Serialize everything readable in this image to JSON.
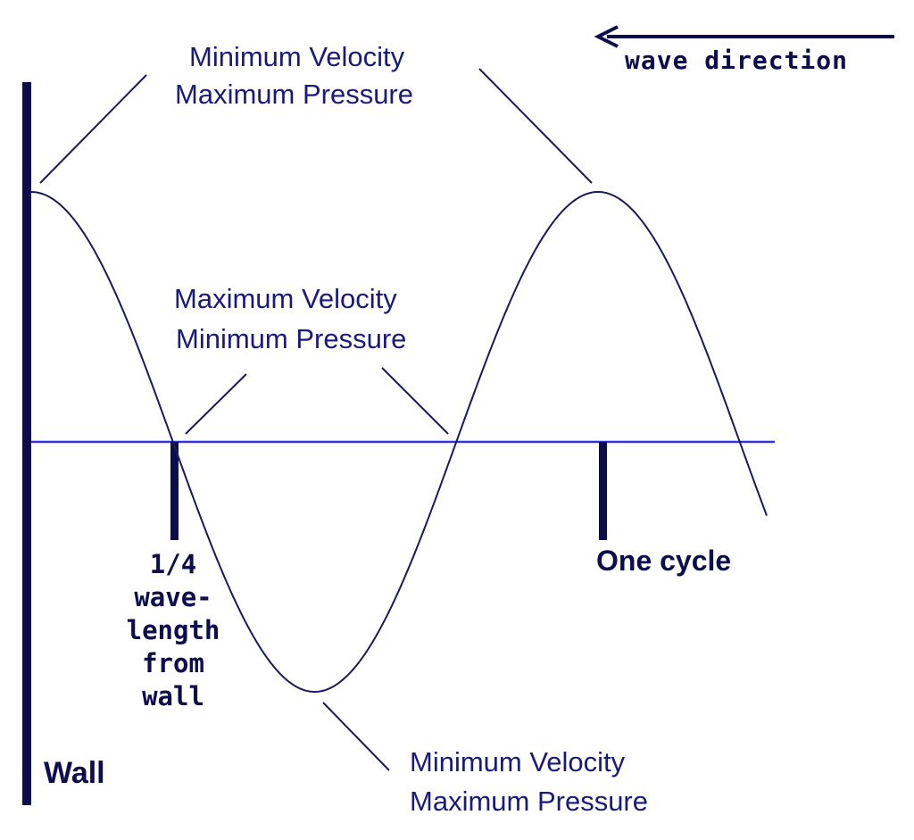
{
  "colors": {
    "ink": "#0d0d4d",
    "curve": "#1a1a5a",
    "axis": "#3333dd",
    "text": "#1a1a7a",
    "background": "#ffffff"
  },
  "labels": {
    "top_left_line1": "Minimum Velocity",
    "top_left_line2": "Maximum Pressure",
    "middle_line1": "Maximum Velocity",
    "middle_line2": "Minimum Pressure",
    "bottom_line1": "Minimum Velocity",
    "bottom_line2": "Maximum Pressure",
    "wave_direction": "wave direction",
    "one_cycle": "One cycle",
    "quarter_1": "1/4",
    "quarter_2": "wave-",
    "quarter_3": "length",
    "quarter_4": "from",
    "quarter_5": "wall",
    "wall": "Wall"
  },
  "wave": {
    "shape": "cosine",
    "cycles_shown": 1.3
  }
}
